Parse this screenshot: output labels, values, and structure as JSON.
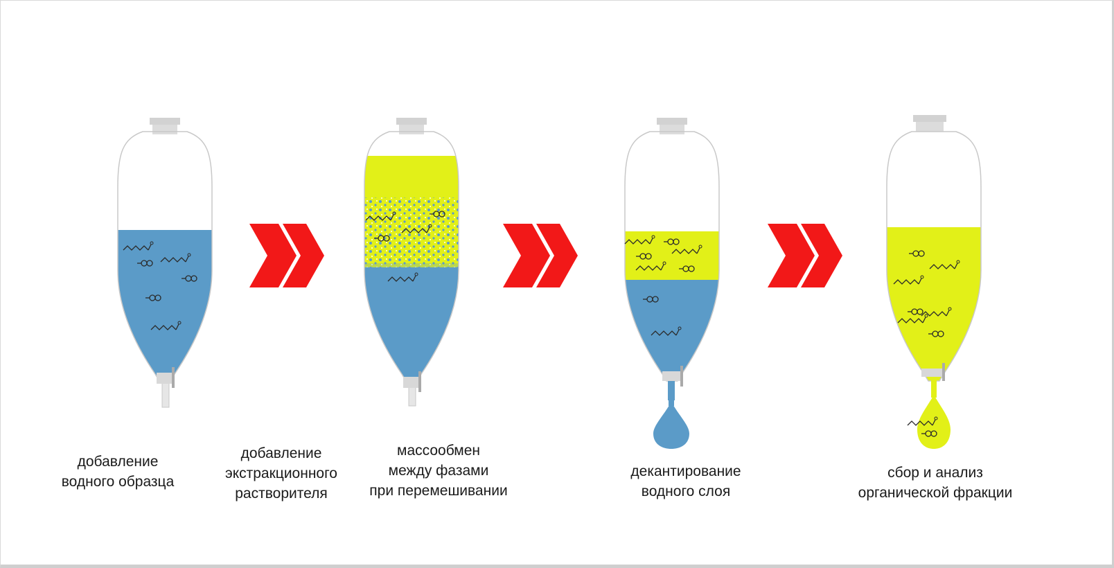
{
  "steps": [
    {
      "line1": "добавление",
      "line2": "водного образца",
      "line3": ""
    },
    {
      "line1": "добавление",
      "line2": "экстракционного",
      "line3": "растворителя"
    },
    {
      "line1": "массообмен",
      "line2": "между фазами",
      "line3": "при перемешивании"
    },
    {
      "line1": "декантирование",
      "line2": "водного слоя",
      "line3": ""
    },
    {
      "line1": "сбор и анализ",
      "line2": "органической фракции",
      "line3": ""
    }
  ],
  "colors": {
    "aqueous_phase": "#5b9bc8",
    "organic_phase": "#e2f018",
    "arrow": "#f21818",
    "glass_outline": "#c8c8c8",
    "stopper": "#d2d2d2",
    "molecule": "#2a2a2a"
  },
  "icons": [
    "separatory-funnel-icon",
    "double-chevron-arrow-icon",
    "molecule-icon",
    "droplet-icon"
  ]
}
